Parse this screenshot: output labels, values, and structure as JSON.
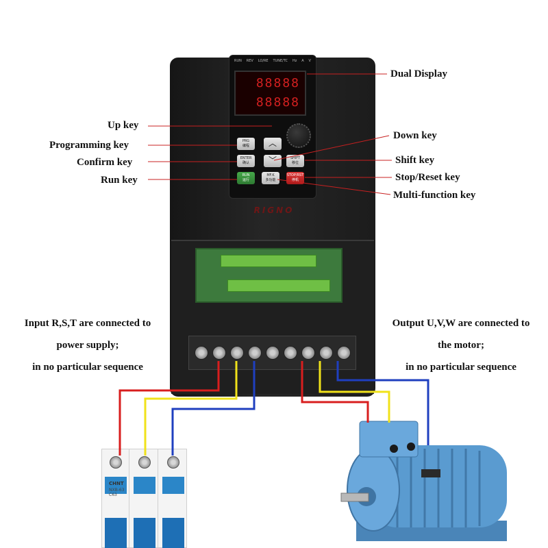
{
  "labels": {
    "dual_display": "Dual Display",
    "up_key": "Up key",
    "down_key": "Down key",
    "programming_key": "Programming key",
    "shift_key": "Shift key",
    "confirm_key": "Confirm key",
    "stop_reset_key": "Stop/Reset key",
    "run_key": "Run key",
    "multi_function_key": "Multi-function key"
  },
  "input_note": {
    "line1": "Input R,S,T are connected to",
    "line2": "power supply;",
    "line3": "in no particular sequence"
  },
  "output_note": {
    "line1": "Output U,V,W are connected to",
    "line2": "the motor;",
    "line3": "in no particular sequence"
  },
  "device": {
    "brand": "RIGNO",
    "indicators": [
      "RUN",
      "REV",
      "LO/RE",
      "TUNE/TC",
      "Hz",
      "A",
      "V"
    ],
    "display_top": "88888",
    "display_bottom": "88888",
    "keys": {
      "prog": "PRG",
      "prog_sub": "编程",
      "enter": "ENTER",
      "enter_sub": "确认",
      "run": "RUN",
      "run_sub": "运行",
      "mf": "MF.K",
      "mf_sub": "多功能",
      "shift": "SHIFT",
      "shift_sub": "移位",
      "stop": "STOP/RST",
      "stop_sub": "停机",
      "up": "︿",
      "down": "﹀"
    }
  },
  "breaker": {
    "logo": "CHNT",
    "model": "NXB-63 C63"
  },
  "colors": {
    "wire_red": "#d81e1e",
    "wire_yellow": "#f0e21a",
    "wire_blue": "#1f3fbf",
    "callout_line": "#c82020",
    "motor_blue": "#5a9bd0",
    "run_key": "#3c9a40",
    "stop_key": "#d42a2a"
  }
}
